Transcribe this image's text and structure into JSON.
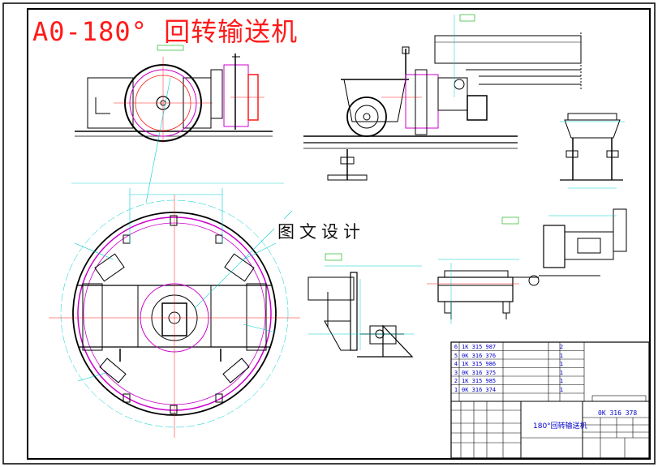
{
  "title": "A0-180° 回转输送机",
  "watermark": "图文设计",
  "bom": {
    "rows": [
      {
        "no": "6",
        "code": "1K 315 987",
        "qty": "2"
      },
      {
        "no": "5",
        "code": "0K 316 376",
        "qty": "1"
      },
      {
        "no": "4",
        "code": "1K 315 986",
        "qty": "1"
      },
      {
        "no": "3",
        "code": "0K 316 375",
        "qty": "1"
      },
      {
        "no": "2",
        "code": "1K 315 985",
        "qty": "1"
      },
      {
        "no": "1",
        "code": "0K 316 374",
        "qty": "1"
      }
    ]
  },
  "title_block": {
    "drawing_number": "0K 316 378",
    "drawing_name": "180°回转输送机"
  },
  "colors": {
    "red": "#ff1a1a",
    "blue": "#0000cc",
    "magenta": "#cc00cc",
    "cyan": "#00cccc",
    "green": "#00aa00",
    "black": "#000000"
  }
}
